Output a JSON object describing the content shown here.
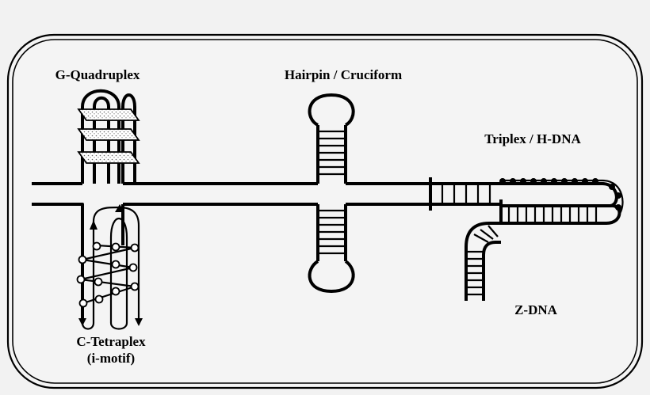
{
  "labels": {
    "g_quadruplex": "G-Quadruplex",
    "hairpin": "Hairpin / Cruciform",
    "triplex": "Triplex / H-DNA",
    "c_tetraplex_line1": "C-Tetraplex",
    "c_tetraplex_line2": "(i-motif)",
    "z_dna": "Z-DNA"
  },
  "colors": {
    "background": "#f2f2f2",
    "panel": "#f4f4f4",
    "stroke": "#000000"
  }
}
